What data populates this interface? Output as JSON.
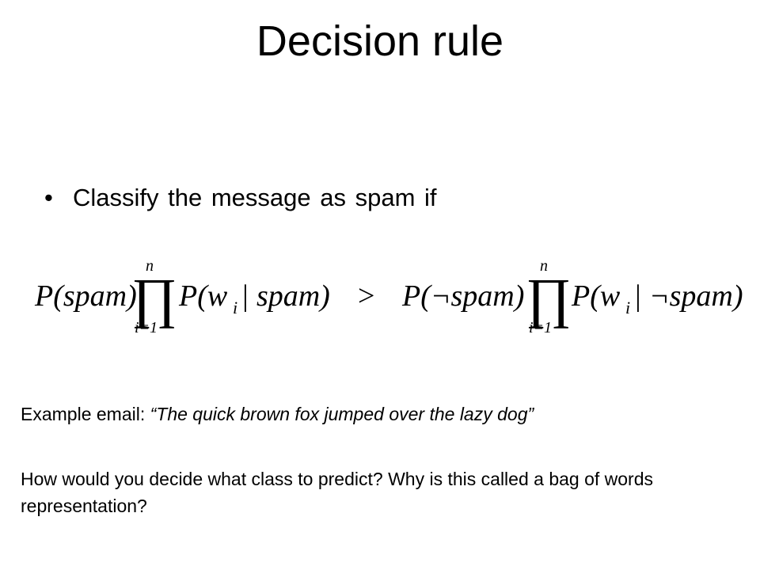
{
  "slide": {
    "title": "Decision rule",
    "bullet_symbol": "•",
    "bullet_text": "Classify the message as spam if",
    "equation": {
      "left": {
        "prior": "P(spam)",
        "product_upper": "n",
        "product_lower": "i=1",
        "product_symbol": "∏",
        "likelihood_open": "P(w",
        "subscript": "i",
        "likelihood_close": " | spam)"
      },
      "operator": ">",
      "right": {
        "prior": "P(¬spam)",
        "product_upper": "n",
        "product_lower": "i=1",
        "product_symbol": "∏",
        "likelihood_open": "P(w",
        "subscript": "i",
        "likelihood_close": " | ¬spam)"
      }
    },
    "example_label": "Example email: ",
    "example_quote": "“The quick brown fox jumped over the lazy dog”",
    "question_text": "How would you decide what class to predict? Why is this called a bag of words representation?"
  }
}
